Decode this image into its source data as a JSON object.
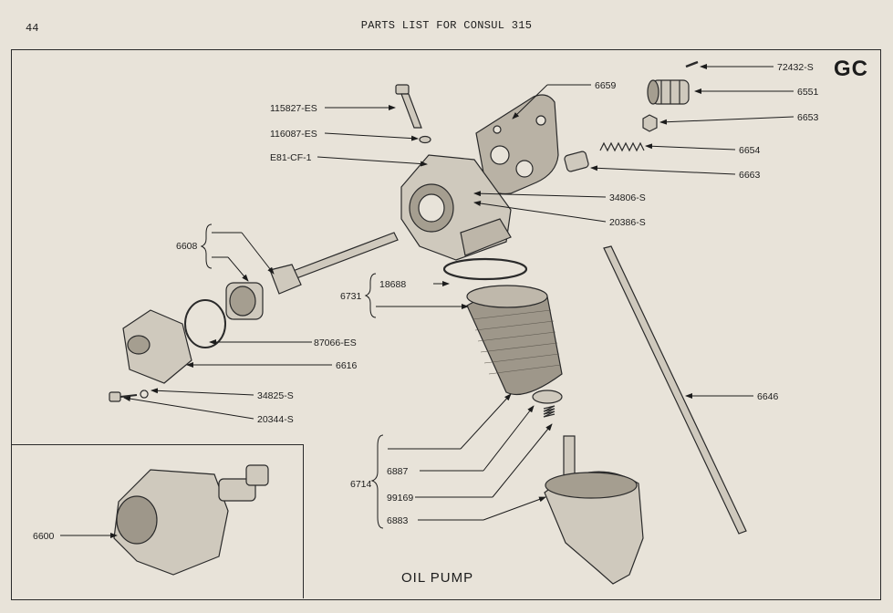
{
  "header": {
    "page_number": "44",
    "title": "PARTS LIST FOR CONSUL 315"
  },
  "section_code": "GC",
  "caption": "OIL PUMP",
  "part_numbers": {
    "p72432": "72432-S",
    "p6659": "6659",
    "p6551": "6551",
    "p115827": "115827-ES",
    "p6653": "6653",
    "p116087": "116087-ES",
    "p6654": "6654",
    "pE81": "E81-CF-1",
    "p6663": "6663",
    "p34806": "34806-S",
    "p20386": "20386-S",
    "p6608": "6608",
    "p18688": "18688",
    "p6731": "6731",
    "p87066": "87066-ES",
    "p6616": "6616",
    "p34825": "34825-S",
    "p6646": "6646",
    "p20344": "20344-S",
    "p6887": "6887",
    "p6714": "6714",
    "p99169": "99169",
    "p6883": "6883",
    "p6600": "6600"
  }
}
